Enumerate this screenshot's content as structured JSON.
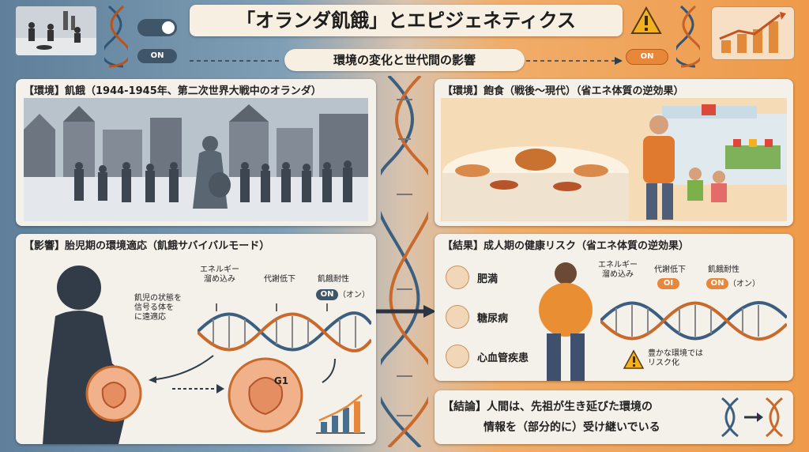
{
  "title": "「オランダ飢餓」とエピジェネティクス",
  "subtitle": "環境の変化と世代間の影響",
  "top_toggle_label": "ON",
  "panels": {
    "env_famine": {
      "title": "【環境】飢餓（1944-1945年、第二次世界大戦中のオランダ）"
    },
    "env_feast": {
      "title": "【環境】飽食（戦後〜現代）（省エネ体質の逆効果）"
    },
    "effect": {
      "title": "【影響】胎児期の環境適応（飢餓サバイバルモード）",
      "fetus_note": "飢児の状態を\n信号る体を\nに遠適応",
      "label_energy": "エネルギー\n溜め込み",
      "label_metabolism": "代謝低下",
      "label_tolerance": "飢餓耐性",
      "on_label": "ON",
      "on_suffix": "（オン）",
      "g1_label": "G1"
    },
    "result": {
      "title": "【結果】成人期の健康リスク（省エネ体質の逆効果）",
      "risks": [
        "肥満",
        "糖尿病",
        "心血管疾患"
      ],
      "label_energy": "エネルギー\n溜め込み",
      "label_metabolism": "代謝低下",
      "label_tolerance": "飢餓耐性",
      "on_label_small": "OI",
      "on_label": "ON",
      "on_suffix": "（オン）",
      "warning_note": "豊かな環境では\nリスク化"
    },
    "conclusion": {
      "line1": "【結論】人間は、先祖が生き延びた環境の",
      "line2": "情報を（部分的に）受け継いでいる"
    }
  },
  "colors": {
    "blue": "#4a6f8e",
    "orange": "#e8873a",
    "dark": "#2a3440",
    "toggle_on": "#e8873a"
  }
}
